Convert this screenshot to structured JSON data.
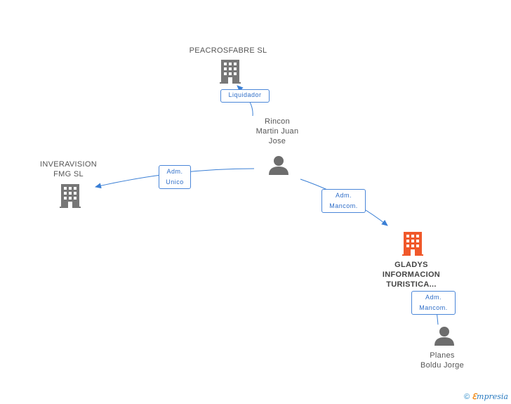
{
  "nodes": {
    "peacrosfabre": {
      "label": "PEACROSFABRE SL"
    },
    "rincon": {
      "label_lines": [
        "Rincon",
        "Martin Juan",
        "Jose"
      ]
    },
    "inveravision": {
      "label_lines": [
        "INVERAVISION",
        "FMG SL"
      ]
    },
    "gladys": {
      "label_lines": [
        "GLADYS",
        "INFORMACION",
        "TURISTICA..."
      ]
    },
    "planes": {
      "label_lines": [
        "Planes",
        "Boldu Jorge"
      ]
    }
  },
  "roles": {
    "liquidador": "Liquidador",
    "adm_unico": [
      "Adm.",
      "Unico"
    ],
    "adm_mancom_1": [
      "Adm.",
      "Mancom."
    ],
    "adm_mancom_2": [
      "Adm.",
      "Mancom."
    ]
  },
  "footer": {
    "copyright_symbol": "©",
    "brand_first": "ℇ",
    "brand_rest": "mpresia"
  },
  "colors": {
    "edge": "#3a7fd5",
    "company_icon": "#777777",
    "main_company_icon": "#f0582a",
    "person_icon": "#6d6d6d"
  }
}
